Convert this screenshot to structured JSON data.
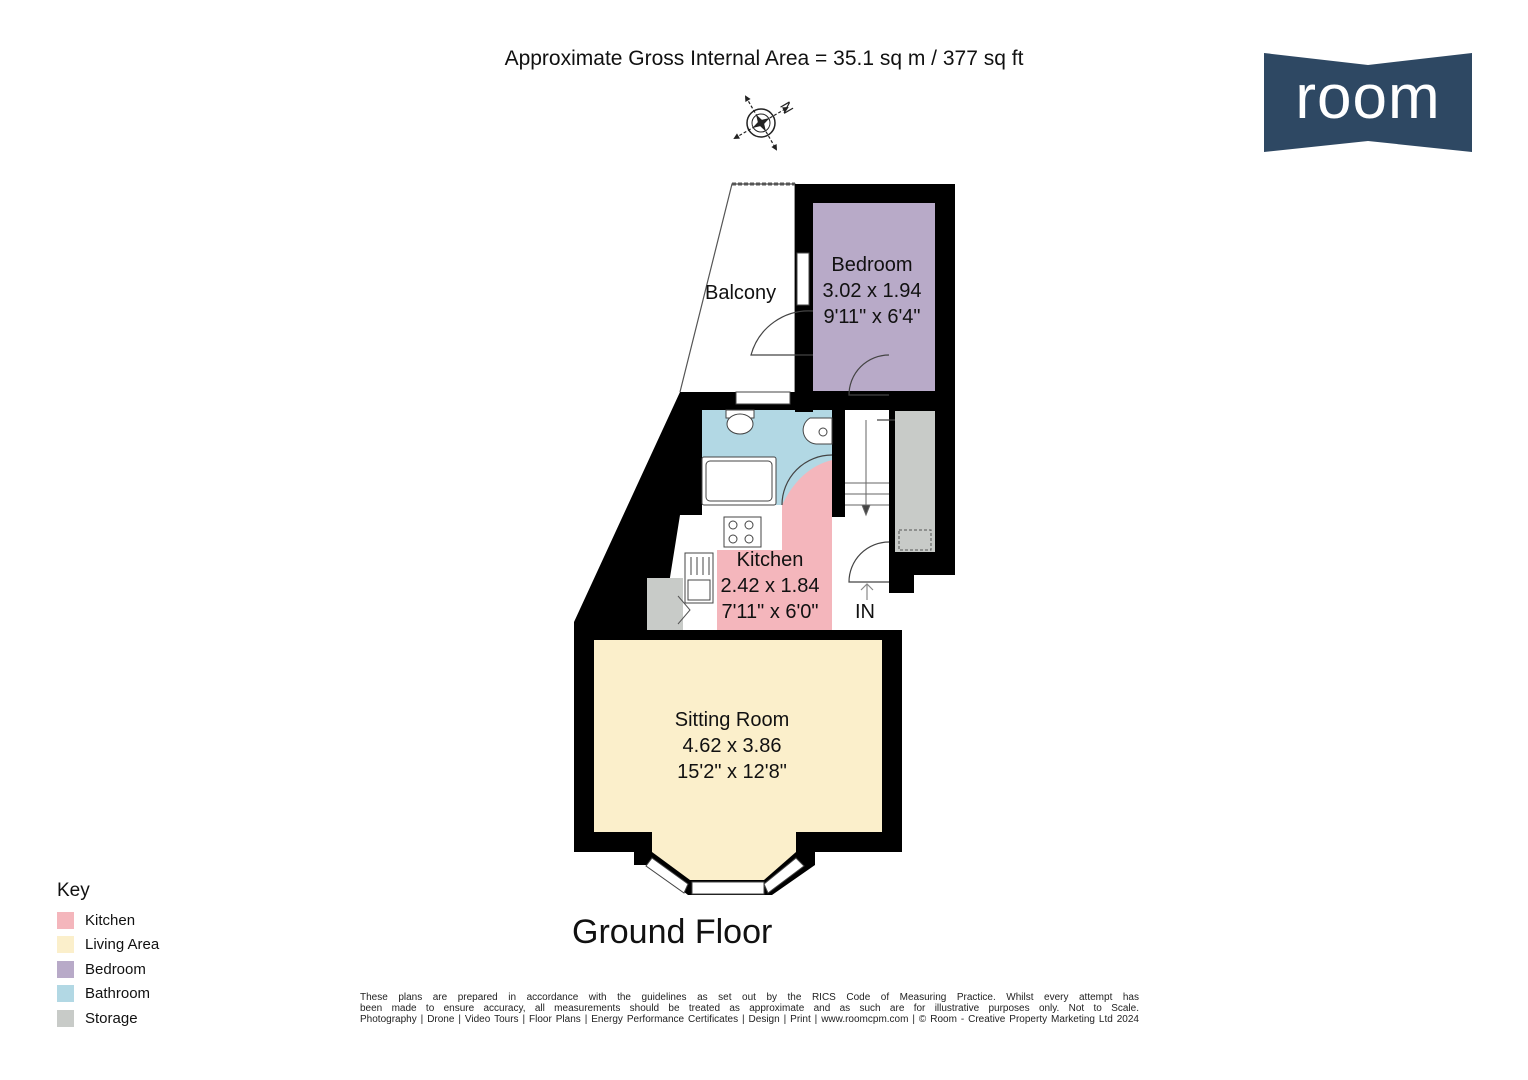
{
  "header": {
    "area": "Approximate Gross Internal Area = 35.1 sq m / 377 sq ft"
  },
  "logo": {
    "text": "room",
    "color": "#2e4863"
  },
  "compass": {
    "label": "N",
    "icon": "north-compass-icon"
  },
  "floor": {
    "title": "Ground Floor"
  },
  "rooms": {
    "bedroom": {
      "name": "Bedroom",
      "metric": "3.02 x 1.94",
      "imperial": "9'11\" x 6'4\"",
      "color": "#b8aac8"
    },
    "kitchen": {
      "name": "Kitchen",
      "metric": "2.42 x 1.84",
      "imperial": "7'11\" x 6'0\"",
      "color": "#f4b6bc"
    },
    "sitting": {
      "name": "Sitting Room",
      "metric": "4.62 x 3.86",
      "imperial": "15'2\" x 12'8\"",
      "color": "#fbefcb"
    },
    "bathroom": {
      "color": "#b2d8e4"
    },
    "storage": {
      "color": "#c8cbc8"
    }
  },
  "labels": {
    "balcony": "Balcony",
    "entrance": "IN"
  },
  "key": {
    "title": "Key",
    "items": [
      {
        "label": "Kitchen",
        "color": "#f4b6bc"
      },
      {
        "label": "Living Area",
        "color": "#fbefcb"
      },
      {
        "label": "Bedroom",
        "color": "#b8aac8"
      },
      {
        "label": "Bathroom",
        "color": "#b2d8e4"
      },
      {
        "label": "Storage",
        "color": "#c8cbc8"
      }
    ]
  },
  "disclaimer": {
    "line1": "These plans are prepared in accordance with the guidelines as set out by the RICS Code of Measuring Practice. Whilst every attempt has",
    "line2": "been made to ensure accuracy, all measurements should be treated as approximate and as such are for illustrative purposes only. Not to Scale.",
    "line3": "Photography | Drone | Video Tours | Floor Plans | Energy Performance Certificates | Design | Print | www.roomcpm.com | © Room - Creative Property Marketing Ltd 2024"
  }
}
